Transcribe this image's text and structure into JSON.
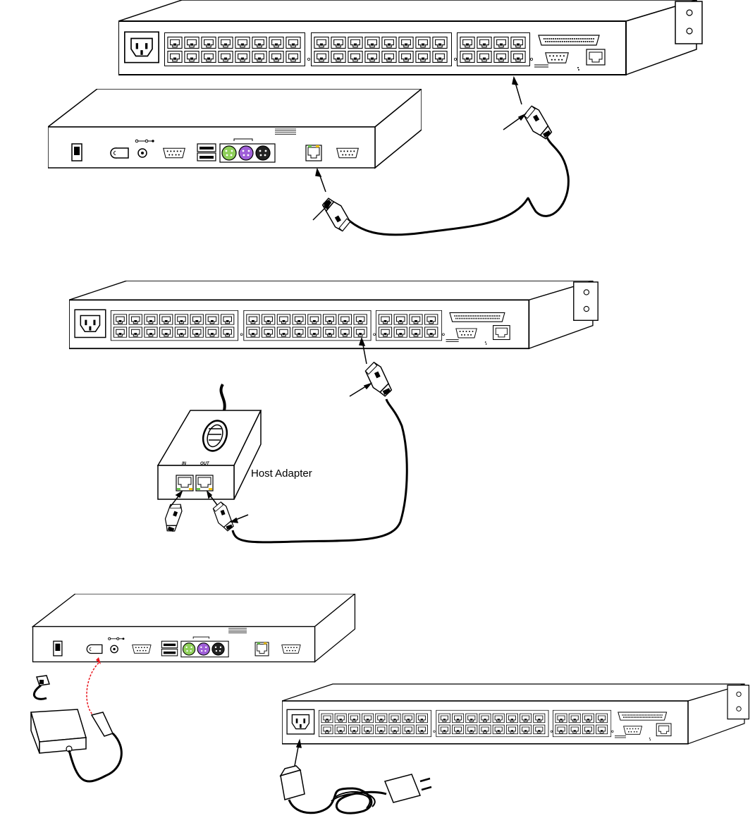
{
  "diagram": {
    "host_adapter_label": "Host Adapter",
    "port_in_label": "IN",
    "port_out_label": "OUT",
    "cable_color": "#000000",
    "power_link_color": "#e8141c",
    "ps2_colors": {
      "keyboard": "#8fd05a",
      "mouse": "#9f5fd8",
      "other": "#222222"
    }
  }
}
